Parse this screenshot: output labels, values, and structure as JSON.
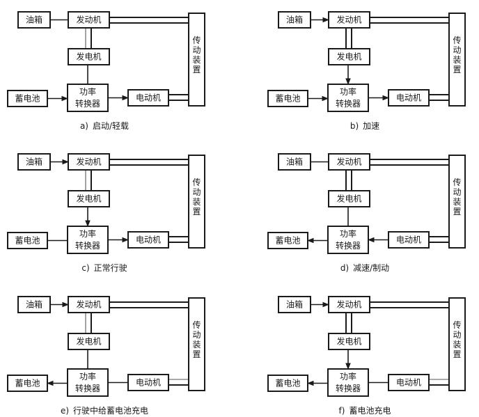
{
  "labels": {
    "fuel_tank": "油箱",
    "engine": "发动机",
    "generator": "发电机",
    "converter_line1": "功率",
    "converter_line2": "转换器",
    "battery": "蓄电池",
    "motor": "电动机",
    "transmission": [
      "传",
      "动",
      "装",
      "置"
    ]
  },
  "colors": {
    "line": "#1a1a1a",
    "background": "#ffffff"
  },
  "panels": [
    {
      "id": "a",
      "prefix": "a)",
      "title": "启动/轻载",
      "fuel_to_engine": "plain",
      "engine_gen_shaft": [
        "thin",
        "thick"
      ],
      "engine_trans_shaft": [
        "thick",
        "thick"
      ],
      "gen_to_converter": "plain",
      "battery_converter": "to-converter",
      "converter_motor": "to-motor",
      "motor_trans_shaft": [
        "thick",
        "thick"
      ]
    },
    {
      "id": "b",
      "prefix": "b)",
      "title": "加速",
      "fuel_to_engine": "arrow",
      "engine_gen_shaft": [
        "thick",
        "thick"
      ],
      "engine_trans_shaft": [
        "thick",
        "thick"
      ],
      "gen_to_converter": "arrow",
      "battery_converter": "to-converter",
      "converter_motor": "to-motor",
      "motor_trans_shaft": [
        "thick",
        "thick"
      ]
    },
    {
      "id": "c",
      "prefix": "c)",
      "title": "正常行驶",
      "fuel_to_engine": "arrow",
      "engine_gen_shaft": [
        "thin",
        "thick"
      ],
      "engine_trans_shaft": [
        "thick",
        "thick"
      ],
      "gen_to_converter": "arrow",
      "battery_converter": "plain",
      "converter_motor": "to-motor",
      "motor_trans_shaft": [
        "thick",
        "thick"
      ]
    },
    {
      "id": "d",
      "prefix": "d)",
      "title": "减速/制动",
      "fuel_to_engine": "plain",
      "engine_gen_shaft": [
        "thick",
        "thick"
      ],
      "engine_trans_shaft": [
        "thick",
        "thick"
      ],
      "gen_to_converter": "plain",
      "battery_converter": "to-battery",
      "converter_motor": "to-converter",
      "motor_trans_shaft": [
        "thick",
        "thick"
      ]
    },
    {
      "id": "e",
      "prefix": "e)",
      "title": "行驶中给蓄电池充电",
      "fuel_to_engine": "arrow",
      "engine_gen_shaft": [
        "thin",
        "thick"
      ],
      "engine_trans_shaft": [
        "thick",
        "thick"
      ],
      "gen_to_converter": "plain",
      "battery_converter": "to-battery",
      "converter_motor": "plain",
      "motor_trans_shaft": [
        "thin",
        "thick"
      ]
    },
    {
      "id": "f",
      "prefix": "f)",
      "title": "蓄电池充电",
      "fuel_to_engine": "arrow",
      "engine_gen_shaft": [
        "thick",
        "thick"
      ],
      "engine_trans_shaft": [
        "thick",
        "thick"
      ],
      "gen_to_converter": "arrow",
      "battery_converter": "to-battery",
      "converter_motor": "plain",
      "motor_trans_shaft": [
        "thin",
        "thick"
      ]
    }
  ]
}
